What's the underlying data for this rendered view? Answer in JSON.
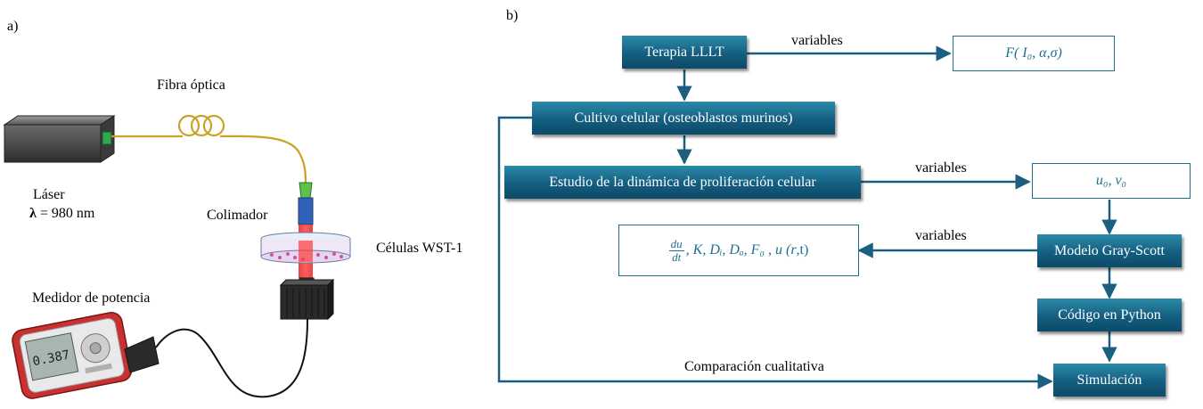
{
  "panel_a": {
    "label": "a)",
    "fiber_label": "Fibra óptica",
    "laser_label": "Láser",
    "wavelength_symbol": "λ",
    "wavelength_text": " = 980 nm",
    "collimator_label": "Colimador",
    "cells_label": "Células WST-1",
    "meter_label": "Medidor de potencia",
    "meter_reading": "0.387"
  },
  "panel_b": {
    "label": "b)",
    "nodes": {
      "terapia": "Terapia LLLT",
      "cultivo": "Cultivo celular (osteoblastos murinos)",
      "estudio": "Estudio de la dinámica de proliferación celular",
      "modelo": "Modelo Gray-Scott",
      "codigo": "Código en Python",
      "simulacion": "Simulación"
    },
    "outputs": {
      "f_params": "F( I₀, α,σ)",
      "u0v0": "u₀, v₀",
      "eq": {
        "frac_num": "du",
        "frac_den": "dt",
        "params": ", K,  Dᵢ,  Dₐ,  F₀ , u (",
        "r": "r",
        "tail": ",t)"
      }
    },
    "edge_labels": {
      "variables_1": "variables",
      "variables_2": "variables",
      "variables_3": "variables",
      "comparacion": "Comparación cualitativa"
    }
  }
}
